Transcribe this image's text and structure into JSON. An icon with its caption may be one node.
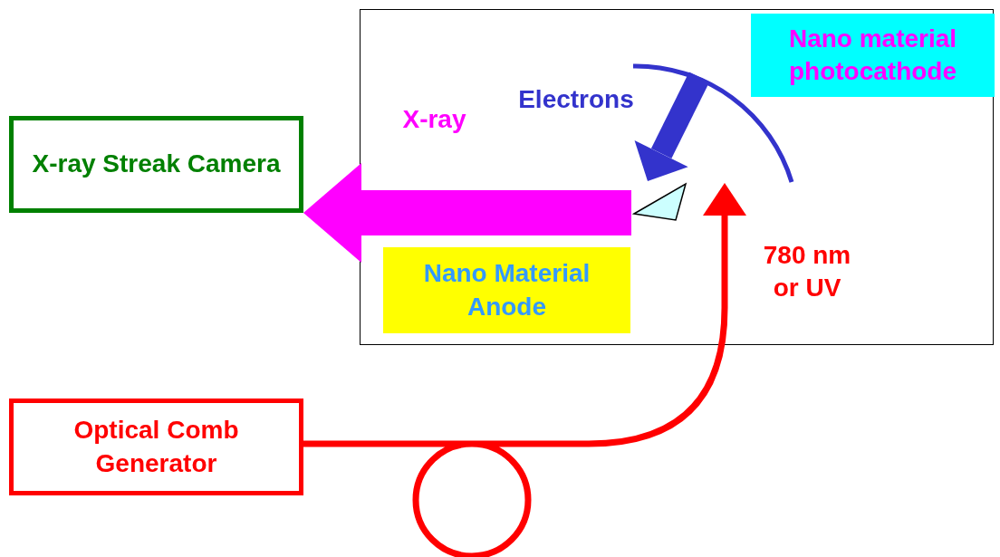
{
  "diagram": {
    "nodes": [
      {
        "text": [],
        "shape": "box"
      },
      {
        "text": [
          "Nano material photocathode"
        ],
        "in": 0
      },
      {
        "text": [],
        "shape": "arc",
        "in": 0
      },
      {
        "text": [],
        "shape": "triangle",
        "in": 0
      },
      {
        "text": [
          "Nano Material Anode"
        ],
        "in": 0
      },
      {
        "text": [
          "X-ray Streak Camera"
        ]
      },
      {
        "text": [
          "Optical Comb Generator"
        ]
      }
    ],
    "edges": [
      {
        "from": 2,
        "to": 3,
        "arrow": "to",
        "label": "Electrons",
        "color": "#3333cc"
      },
      {
        "from": 3,
        "to": 5,
        "arrow": "to",
        "label": "X-ray",
        "style": "thick",
        "color": "#ff00ff"
      },
      {
        "from": 6,
        "to": 2,
        "arrow": "to",
        "label": "780 nm or UV",
        "color": "#ff0000"
      }
    ]
  }
}
